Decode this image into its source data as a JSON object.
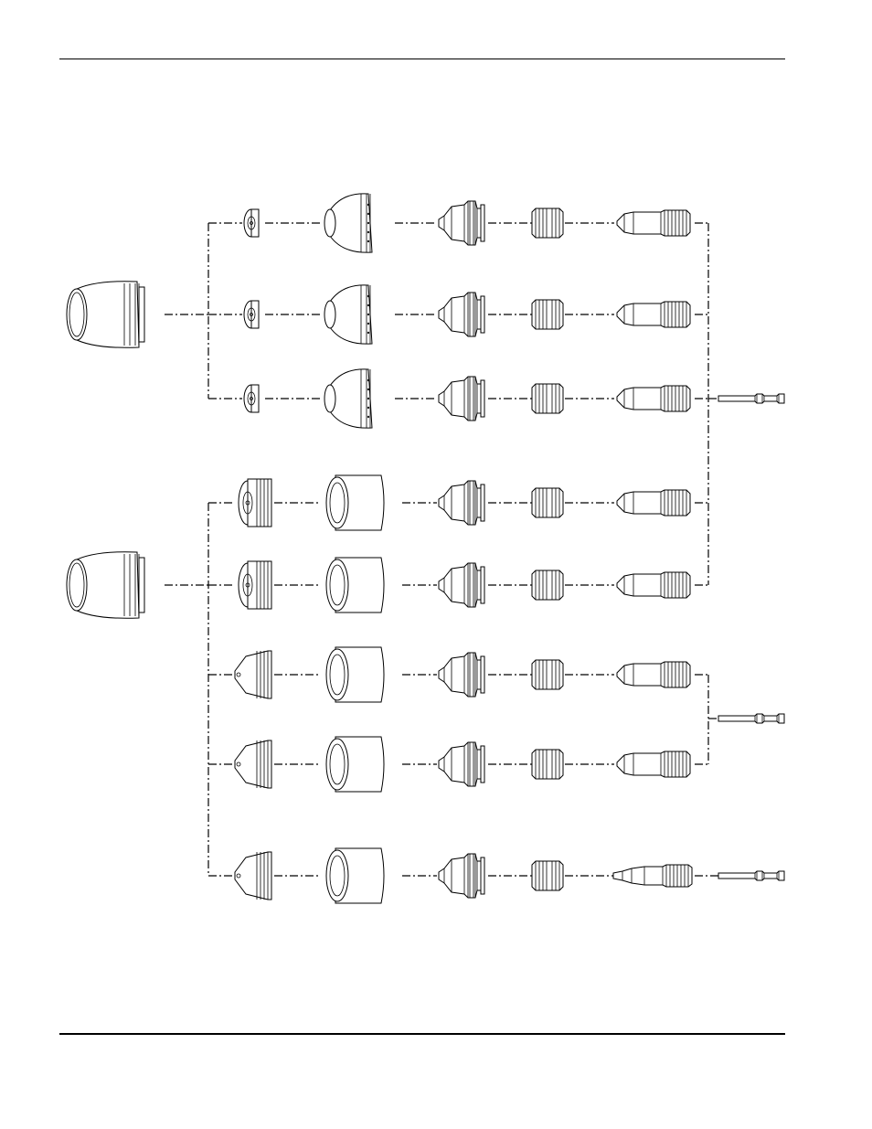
{
  "diagram": {
    "upper_shield_rows": 3,
    "lower_shield_rows": 5,
    "parts_per_row": [
      "shield",
      "retaining-cap",
      "nozzle",
      "swirl-ring",
      "electrode"
    ]
  }
}
